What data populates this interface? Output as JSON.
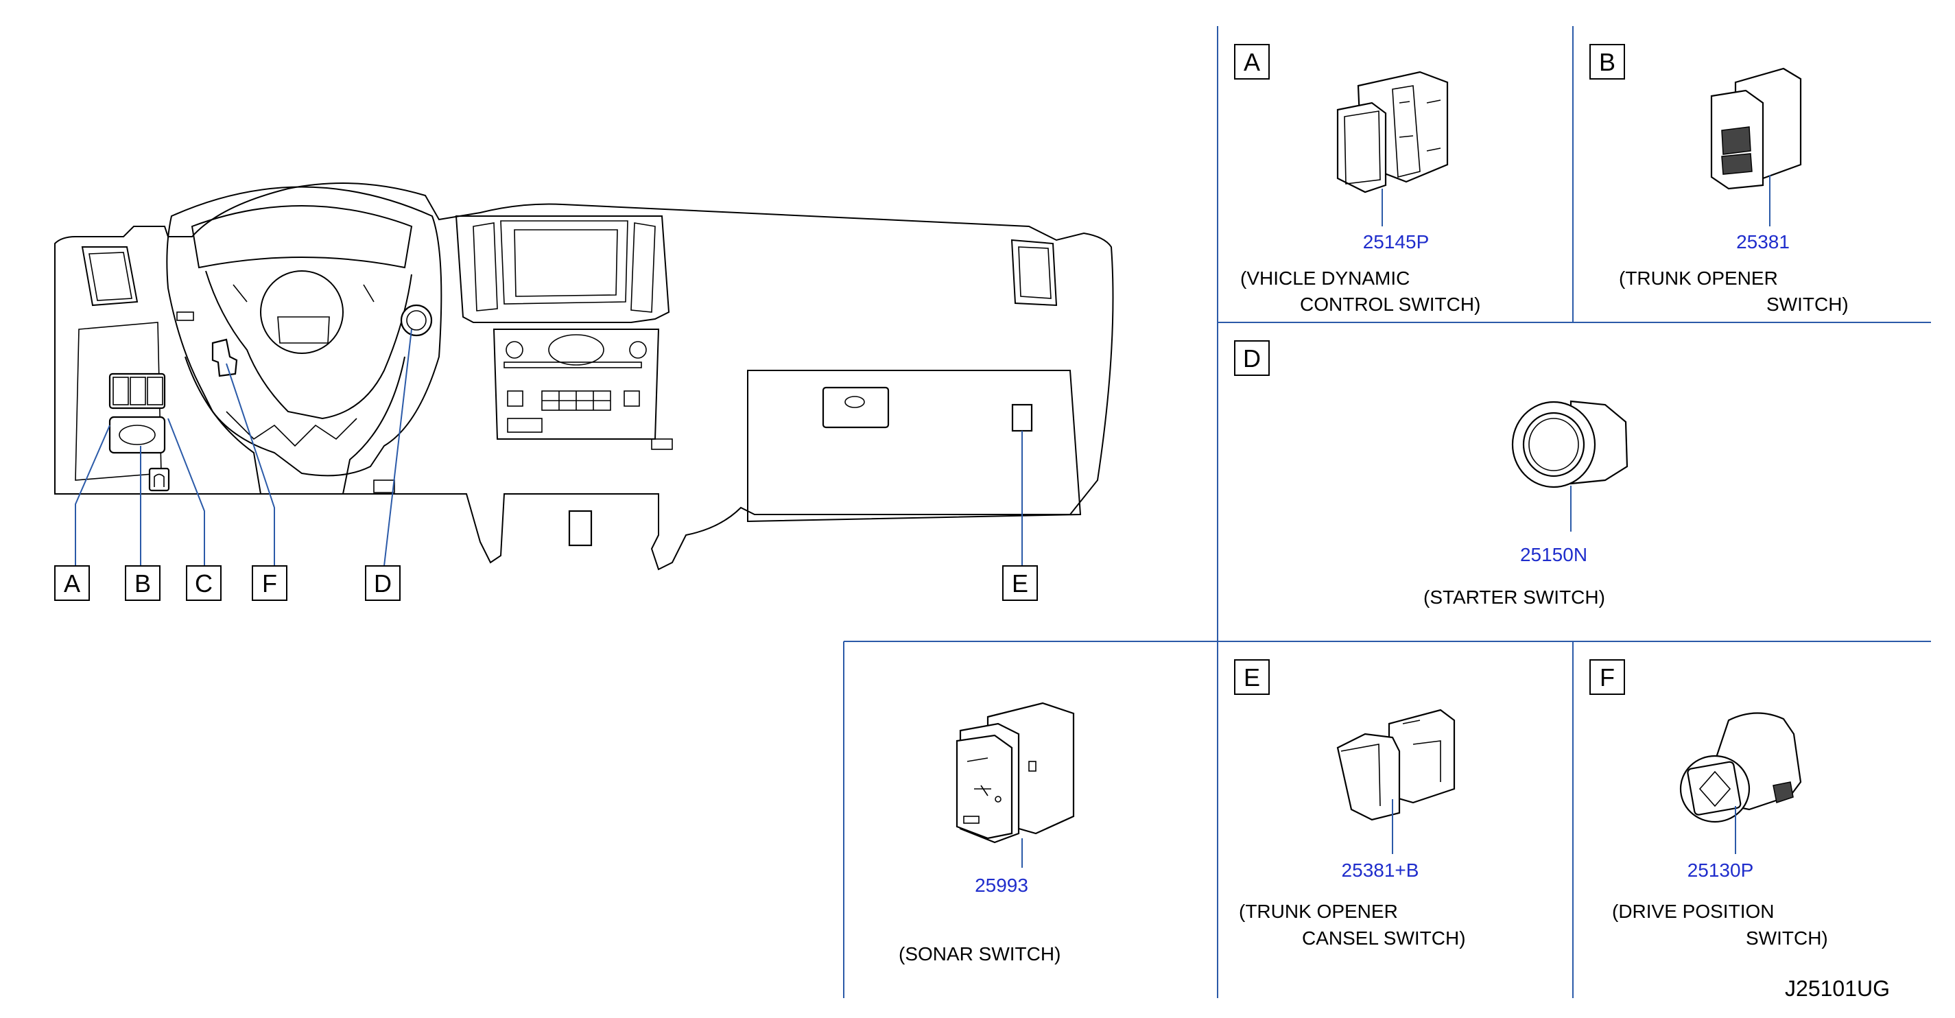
{
  "diagram_code": "J25101UG",
  "overview": {
    "callouts": [
      "A",
      "B",
      "C",
      "F",
      "D",
      "E"
    ]
  },
  "panels": [
    {
      "letter": "A",
      "part_number": "25145P",
      "name_line1": "(VHICLE   DYNAMIC",
      "name_line2": "CONTROL   SWITCH)"
    },
    {
      "letter": "B",
      "part_number": "25381",
      "name_line1": "(TRUNK   OPENER",
      "name_line2": "SWITCH)"
    },
    {
      "letter": "D",
      "part_number": "25150N",
      "name_line1": "(STARTER   SWITCH)",
      "name_line2": ""
    },
    {
      "letter": "",
      "part_number": "25993",
      "name_line1": "(SONAR   SWITCH)",
      "name_line2": ""
    },
    {
      "letter": "E",
      "part_number": "25381+B",
      "name_line1": "(TRUNK   OPENER",
      "name_line2": "CANSEL   SWITCH)"
    },
    {
      "letter": "F",
      "part_number": "25130P",
      "name_line1": "(DRIVE   POSITION",
      "name_line2": "SWITCH)"
    }
  ]
}
